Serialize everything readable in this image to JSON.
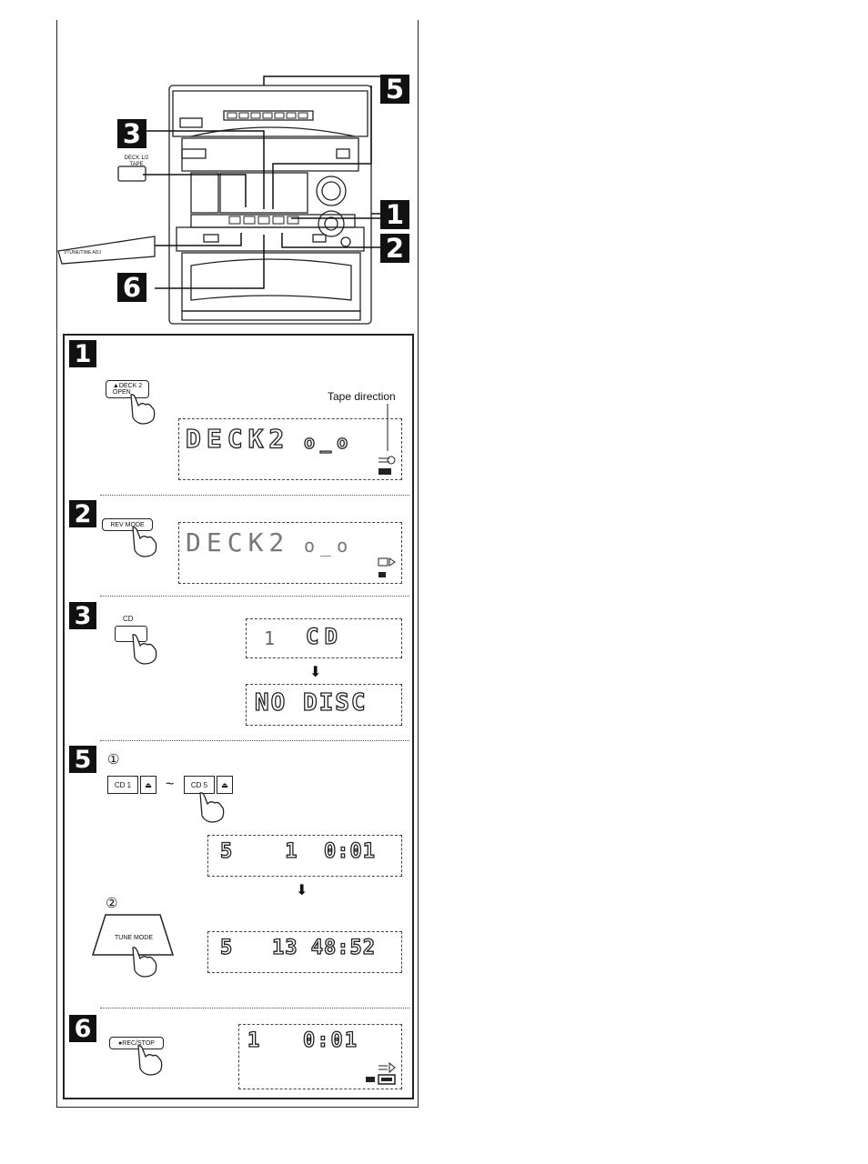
{
  "badges": {
    "top5": "5",
    "top3": "3",
    "top1": "1",
    "top2": "2",
    "top6": "6",
    "step1": "1",
    "step2": "2",
    "step3": "3",
    "step5": "5",
    "step6": "6"
  },
  "device": {
    "deck_tape_label": "DECK 1/2\nTAPE",
    "tune_label": "VTUNE/TIME ADJ"
  },
  "step1": {
    "button_label": "▲DECK 2\nOPEN",
    "tape_direction_label": "Tape direction",
    "display_text": "DECK2",
    "display_tail": "o_o"
  },
  "step2": {
    "button_label": "REV MODE",
    "display_text": "DECK2",
    "display_tail": "o_o"
  },
  "step3": {
    "button_label": "CD",
    "display_a_num": "1",
    "display_a_text": "CD",
    "display_b_text": "NO DISC"
  },
  "step5": {
    "sub1": "①",
    "sub2": "②",
    "cd1_label": "CD 1",
    "cd5_label": "CD 5",
    "tilde": "~",
    "tune_mode_label": "TUNE MODE",
    "display_a": "5    1  0:01",
    "display_b": "5   13 48:52"
  },
  "step6": {
    "button_label": "●REC/STOP",
    "display_text": "1   0:01"
  },
  "colors": {
    "ink": "#111111",
    "paper": "#ffffff"
  }
}
